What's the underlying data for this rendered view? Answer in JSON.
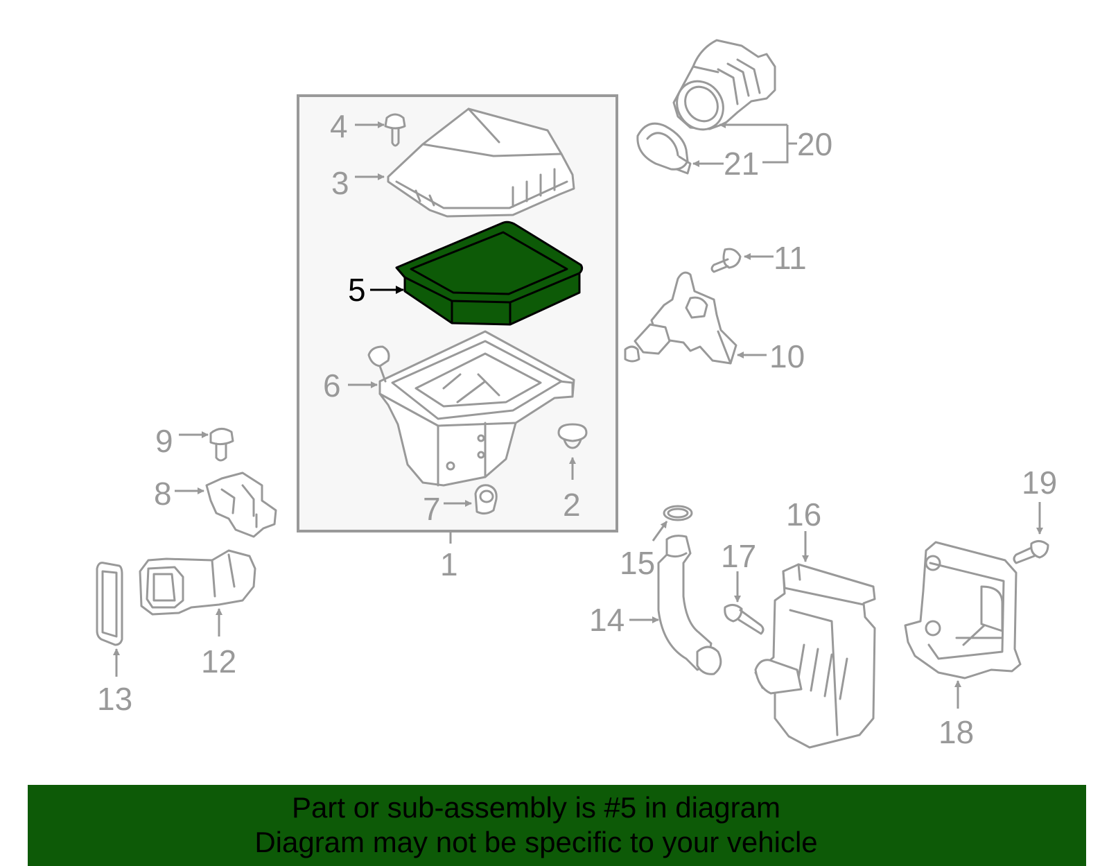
{
  "banner": {
    "line1": "Part or sub-assembly is #5 in diagram",
    "line2": "Diagram may not be specific to your vehicle",
    "background": "#0d5a07"
  },
  "highlight": {
    "part_number": "5",
    "fill_color": "#0d5a07",
    "stroke_color": "#000000"
  },
  "colors": {
    "line": "#999999",
    "box_fill": "#f7f7f7"
  },
  "callouts": {
    "c1": "1",
    "c2": "2",
    "c3": "3",
    "c4": "4",
    "c5": "5",
    "c6": "6",
    "c7": "7",
    "c8": "8",
    "c9": "9",
    "c10": "10",
    "c11": "11",
    "c12": "12",
    "c13": "13",
    "c14": "14",
    "c15": "15",
    "c16": "16",
    "c17": "17",
    "c18": "18",
    "c19": "19",
    "c20": "20",
    "c21": "21"
  }
}
